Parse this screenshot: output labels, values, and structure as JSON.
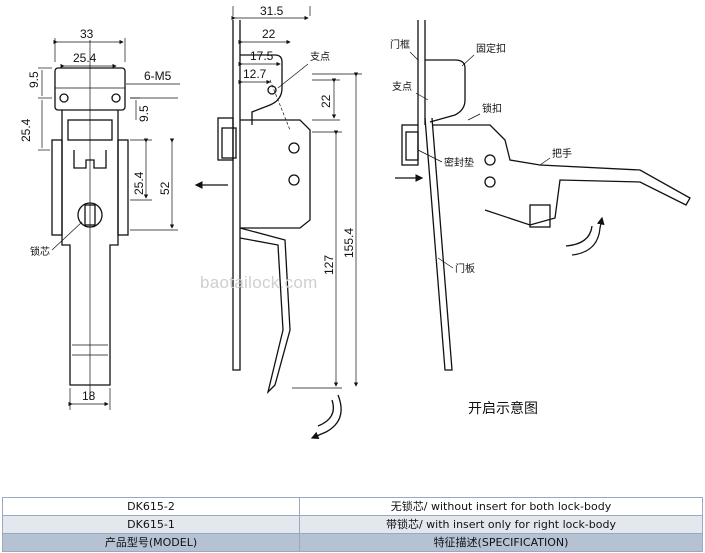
{
  "dimensions": {
    "front_width_top": "33",
    "front_width_inner": "25.4",
    "front_left_95": "9.5",
    "front_left_254": "25.4",
    "front_mid_95": "9.5",
    "front_mid_254": "25.4",
    "front_52": "52",
    "front_bottom_18": "18",
    "side_315": "31.5",
    "side_22w": "22",
    "side_175": "17.5",
    "side_127w": "12.7",
    "side_22h": "22",
    "side_127h": "127",
    "side_1554": "155.4"
  },
  "labels": {
    "bolt_spec": "6-M5",
    "lock_core": "锁芯",
    "fulcrum_side": "支点",
    "door_frame": "门框",
    "fixed_buckle": "固定扣",
    "fulcrum_open": "支点",
    "lock_catch": "锁扣",
    "seal_pad": "密封垫",
    "handle": "把手",
    "door_panel": "门板"
  },
  "watermark": "baotailock.com",
  "diagram_title": "开启示意图",
  "spec_table": {
    "rows": [
      {
        "model": "DK615-2",
        "spec": "无锁芯/ without insert for both lock-body"
      },
      {
        "model": "DK615-1",
        "spec": "带锁芯/ with insert only for right lock-body"
      }
    ],
    "header": {
      "model": "产品型号(MODEL)",
      "spec": "特征描述(SPECIFICATION)"
    }
  }
}
